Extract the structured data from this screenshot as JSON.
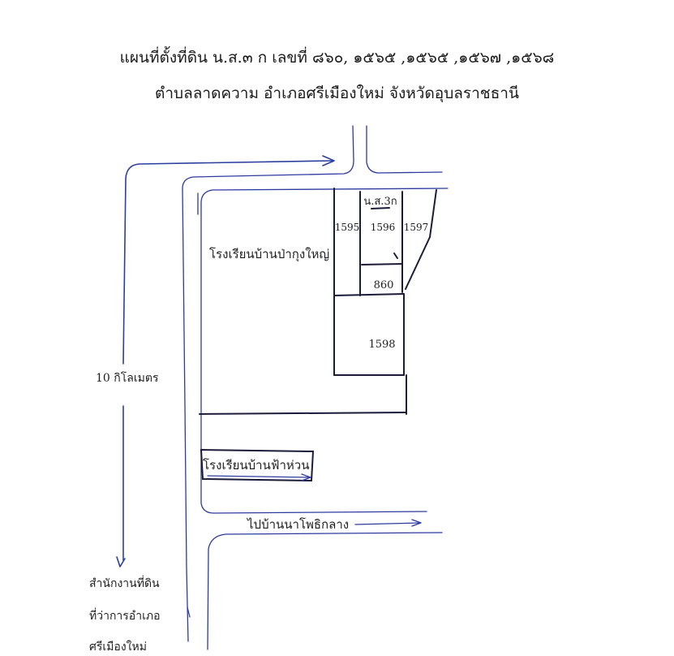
{
  "header": {
    "line1": "แผนที่ตั้งที่ดิน  น.ส.๓ ก เลขที่ ๘๖๐, ๑๕๖๕ ,๑๕๖๕ ,๑๕๖๗ ,๑๕๖๘",
    "line2": "ตำบลลาดความ  อำเภอศรีเมืองใหม่  จังหวัดอุบลราชธานี"
  },
  "parcels": {
    "doc_type": "น.ส.3ก",
    "p1595": "1595",
    "p1596": "1596",
    "p1597": "1597",
    "p860": "860",
    "p1598": "1598"
  },
  "places": {
    "school_big": "โรงเรียนบ้านป่ากุงใหญ่",
    "school_small": "โรงเรียนบ้านฟ้าห่วน",
    "road_label": "ไปบ้านนาโพธิกลาง",
    "distance": "10 กิโลเมตร",
    "office_line1": "สำนักงานที่ดิน",
    "office_line2": "ที่ว่าการอำเภอ",
    "office_line3": "ศรีเมืองใหม่"
  },
  "colors": {
    "ink": "#2b3f9e",
    "text": "#1a1a1a"
  }
}
